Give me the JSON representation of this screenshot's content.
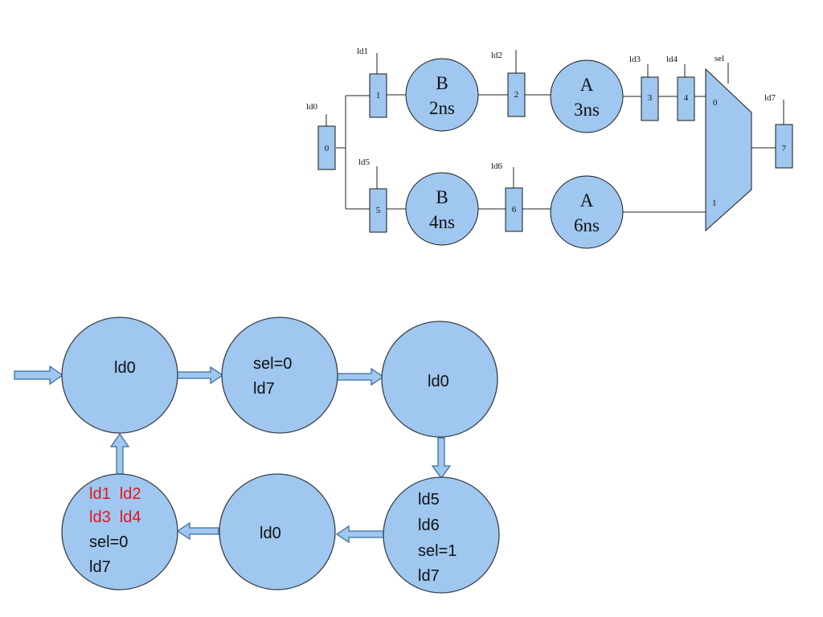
{
  "datapath": {
    "registers": [
      {
        "id": "0",
        "signal": "ld0"
      },
      {
        "id": "1",
        "signal": "ld1"
      },
      {
        "id": "2",
        "signal": "ld2"
      },
      {
        "id": "3",
        "signal": "ld3"
      },
      {
        "id": "4",
        "signal": "ld4"
      },
      {
        "id": "5",
        "signal": "ld5"
      },
      {
        "id": "6",
        "signal": "ld6"
      },
      {
        "id": "7",
        "signal": "ld7"
      }
    ],
    "units": [
      {
        "name": "B",
        "delay": "2ns"
      },
      {
        "name": "A",
        "delay": "3ns"
      },
      {
        "name": "B",
        "delay": "4ns"
      },
      {
        "name": "A",
        "delay": "6ns"
      }
    ],
    "mux": {
      "select": "sel",
      "input0": "0",
      "input1": "1"
    }
  },
  "state_machine": {
    "states": [
      {
        "lines": [
          {
            "text": "ld0",
            "color": "black"
          }
        ]
      },
      {
        "lines": [
          {
            "text": "sel=0",
            "color": "black"
          },
          {
            "text": "ld7",
            "color": "black"
          }
        ]
      },
      {
        "lines": [
          {
            "text": "ld0",
            "color": "black"
          }
        ]
      },
      {
        "lines": [
          {
            "text": "ld5",
            "color": "black"
          },
          {
            "text": "ld6",
            "color": "black"
          },
          {
            "text": "sel=1",
            "color": "black"
          },
          {
            "text": "ld7",
            "color": "black"
          }
        ]
      },
      {
        "lines": [
          {
            "text": "ld0",
            "color": "black"
          }
        ]
      },
      {
        "lines": [
          {
            "text": "ld1  ld2",
            "color": "red"
          },
          {
            "text": "ld3  ld4",
            "color": "red"
          },
          {
            "text": "sel=0",
            "color": "black"
          },
          {
            "text": "ld7",
            "color": "black"
          }
        ]
      }
    ]
  },
  "colors": {
    "fill": "#9fc7ef",
    "highlight_text": "#e8121c",
    "text": "#111111"
  }
}
